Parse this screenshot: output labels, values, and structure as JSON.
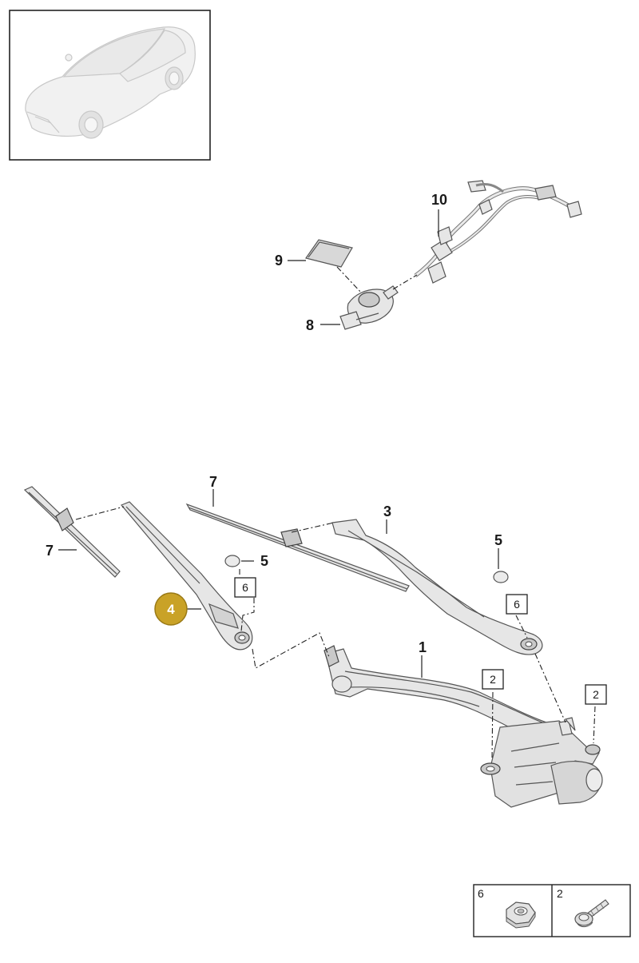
{
  "overview": {
    "thumbnail_icon": "car-overview-icon"
  },
  "callouts": {
    "c1": "1",
    "c2a": "2",
    "c2b": "2",
    "c3": "3",
    "c4": "4",
    "c5a": "5",
    "c5b": "5",
    "c6a": "6",
    "c6b": "6",
    "c7a": "7",
    "c7b": "7",
    "c8": "8",
    "c9": "9",
    "c10": "10"
  },
  "highlight": {
    "part": "4",
    "color": "#c9a227"
  },
  "legend": {
    "cells": [
      {
        "number": "6",
        "icon": "hex-nut-icon"
      },
      {
        "number": "2",
        "icon": "bolt-icon"
      }
    ]
  }
}
